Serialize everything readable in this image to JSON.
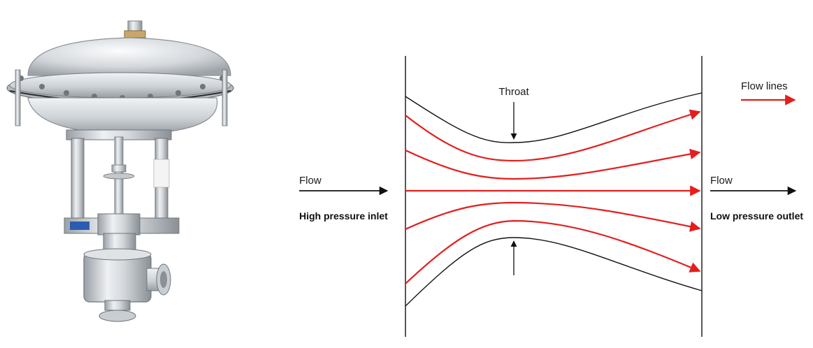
{
  "colors": {
    "flow_line": "#e41e1e",
    "outline": "#111111",
    "steel_light": "#e9ecef",
    "steel_mid": "#c2c7cc",
    "steel_dark": "#8a9096",
    "brand_blue": "#2a5db0"
  },
  "diagram": {
    "throat_label": "Throat",
    "legend_label": "Flow lines",
    "inlet": {
      "flow_label": "Flow",
      "pressure_label": "High pressure inlet"
    },
    "outlet": {
      "flow_label": "Flow",
      "pressure_label": "Low pressure outlet"
    }
  },
  "photo": {
    "subject": "diaphragm-actuated-valve"
  }
}
